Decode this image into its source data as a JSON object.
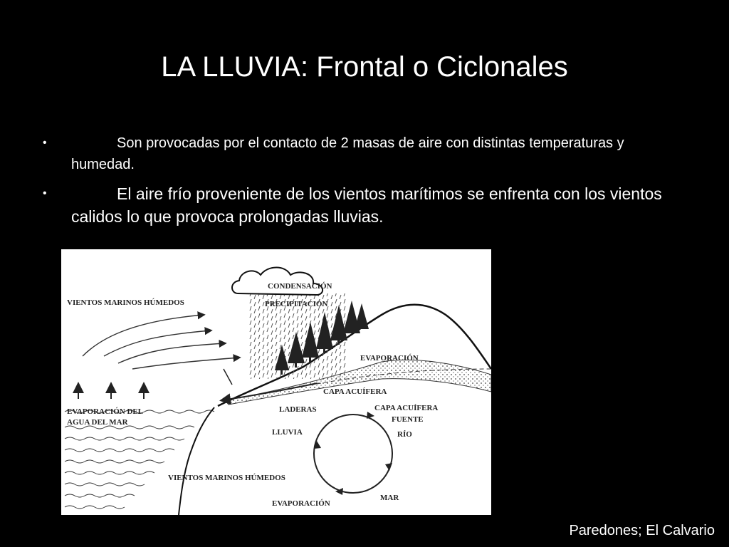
{
  "slide": {
    "title": "LA LLUVIA: Frontal o Ciclonales",
    "bullet_char": "•",
    "bullets": [
      "Son provocadas por el contacto de 2 masas de aire con distintas temperaturas y humedad.",
      "El aire frío proveniente de los vientos marítimos se enfrenta con los vientos calidos lo que provoca prolongadas lluvias."
    ],
    "footer": "Paredones; El Calvario"
  },
  "diagram": {
    "labels": {
      "condensacion": "CONDENSACIÓN",
      "precipitacion": "PRECIPITACIÓN",
      "vientos_marinos": "VIENTOS MARINOS HÚMEDOS",
      "evaporacion_right": "EVAPORACIÓN",
      "capa_acuifera_top": "CAPA ACUÍFERA",
      "evaporacion_mar_1": "EVAPORACIÓN DEL",
      "evaporacion_mar_2": "AGUA DEL MAR",
      "laderas": "LADERAS",
      "capa_acuifera_cycle": "CAPA ACUÍFERA",
      "fuente": "FUENTE",
      "rio": "RÍO",
      "lluvia": "LLUVIA",
      "vientos_cycle": "VIENTOS MARINOS HÚMEDOS",
      "mar": "MAR",
      "evaporacion_bottom": "EVAPORACIÓN"
    }
  }
}
